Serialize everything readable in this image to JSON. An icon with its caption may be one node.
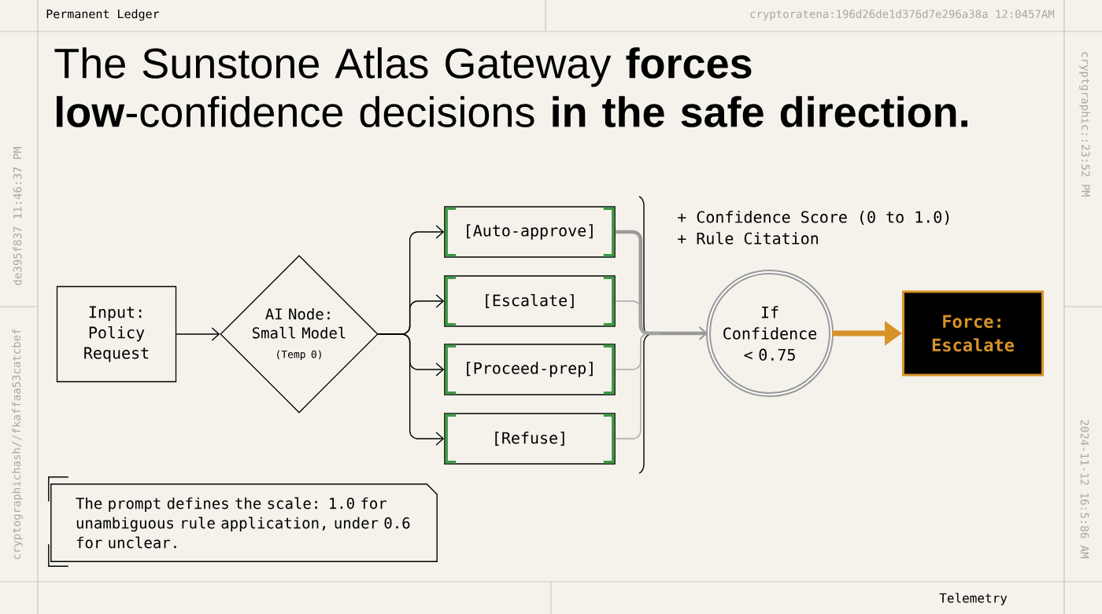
{
  "diagram": {
    "title": "The Sunstone Atlas Gateway **forces** **low**-confidence decisions **in the safe direction.**",
    "nodes": [
      {
        "text": [
          "Input: Policy Request"
        ]
      },
      {
        "text": [
          "AI Node: Small Model",
          "(Temp 0)"
        ]
      },
      {
        "text": [
          "[Auto-approve]"
        ]
      },
      {
        "text": [
          "[Escalate]"
        ]
      },
      {
        "text": [
          "[Proceed-prep]"
        ]
      },
      {
        "text": [
          "[Refuse]"
        ]
      },
      {
        "text": [
          "If Confidence < 0.75"
        ]
      },
      {
        "text": [
          "Force: Escalate"
        ]
      },
      {
        "text": [
          "The prompt defines the scale: 1.0 for unambiguous rule application, under 0.6 for unclear."
        ]
      }
    ],
    "edges": [
      {
        "from": 0,
        "to": 1,
        "arrow": "to"
      },
      {
        "from": 1,
        "to": 2,
        "arrow": "to"
      },
      {
        "from": 1,
        "to": 3,
        "arrow": "to"
      },
      {
        "from": 1,
        "to": 4,
        "arrow": "to"
      },
      {
        "from": 1,
        "to": 5,
        "arrow": "to"
      },
      {
        "from": 2,
        "to": 6,
        "arrow": "to",
        "style": "thick",
        "color": "#9a9a9a"
      },
      {
        "from": 3,
        "to": 6,
        "arrow": "to",
        "color": "#a8a8a8"
      },
      {
        "from": 4,
        "to": 6,
        "arrow": "to",
        "color": "#a8a8a8"
      },
      {
        "from": 5,
        "to": 6,
        "arrow": "to",
        "color": "#a8a8a8"
      },
      {
        "from": 6,
        "to": 7,
        "arrow": "to",
        "style": "thick",
        "color": "#d8922a"
      }
    ],
    "labels": [
      "Permanent Ledger",
      "cryptoratena:196d26de1d376d7e296a38a 12:0457AM",
      "cryptgraphic::23:52 PM",
      "de395f837 11:46:37 PM",
      "+ Confidence Score (0 to 1.0)",
      "+ Rule Citation",
      "cryptographichash//fkaffaa53catcbef",
      "2024-11-12 16:5:86 AM",
      "Telemetry"
    ]
  }
}
